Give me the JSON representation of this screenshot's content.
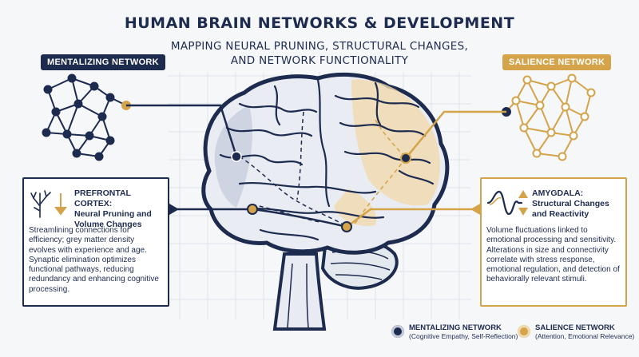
{
  "header": {
    "title": "HUMAN BRAIN NETWORKS & DEVELOPMENT",
    "subtitle_line1": "MAPPING NEURAL PRUNING, STRUCTURAL CHANGES,",
    "subtitle_line2": "AND NETWORK FUNCTIONALITY"
  },
  "labels": {
    "left_network": "MENTALIZING NETWORK",
    "right_network": "SALIENCE NETWORK"
  },
  "colors": {
    "navy": "#1d2b4f",
    "gold": "#d4a34a",
    "background": "#f6f7f9"
  },
  "left_panel": {
    "heading_line1": "PREFRONTAL CORTEX:",
    "heading_line2": "Neural Pruning and",
    "heading_line3": "Volume Changes",
    "icon": "pruning-tree-icon",
    "body": "Streamlining connections for efficiency; grey matter density evolves with experience and age. Synaptic elimination optimizes functional pathways, reducing redundancy and enhancing cognitive processing."
  },
  "right_panel": {
    "heading_line1": "AMYGDALA:",
    "heading_line2": "Structural Changes",
    "heading_line3": "and Reactivity",
    "icon": "wave-arrows-icon",
    "body": "Volume fluctuations linked to emotional processing and sensitivity. Alterations in size and connectivity correlate with stress response, emotional regulation, and detection of behaviorally relevant stimuli."
  },
  "legend": {
    "mentalizing_title": "MENTALIZING NETWORK",
    "mentalizing_desc": "(Cognitive Empathy, Self-Reflection)",
    "salience_title": "SALIENCE NETWORK",
    "salience_desc": "(Attention, Emotional Relevance)"
  }
}
